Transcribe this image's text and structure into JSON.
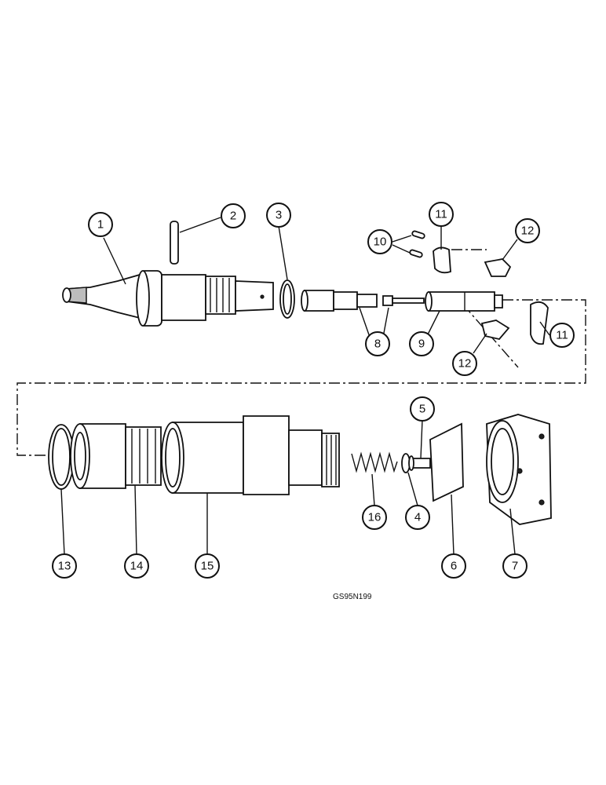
{
  "diagram": {
    "image_code": "GS95N199",
    "callouts": [
      "1",
      "2",
      "3",
      "4",
      "5",
      "6",
      "7",
      "8",
      "9",
      "10",
      "11",
      "12",
      "13",
      "14",
      "15",
      "16"
    ]
  }
}
